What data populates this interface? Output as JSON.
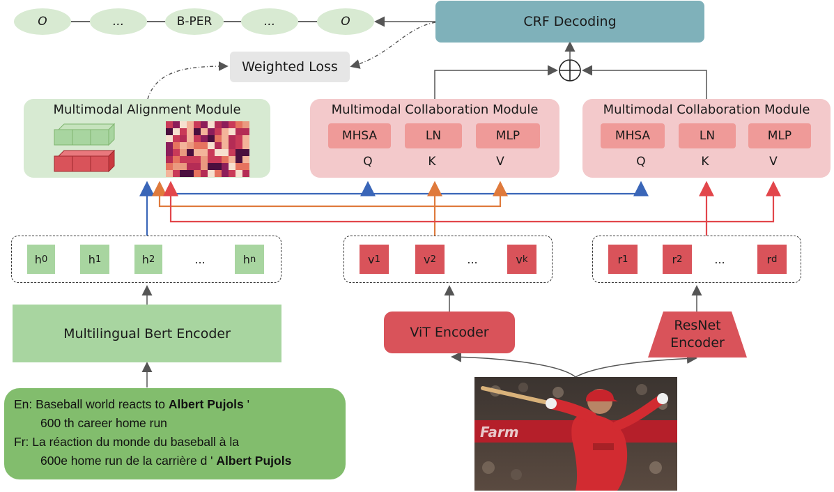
{
  "output_labels": [
    "O",
    "...",
    "B-PER",
    "...",
    "O"
  ],
  "crf_label": "CRF Decoding",
  "weighted_loss_label": "Weighted Loss",
  "alignment_module": {
    "title": "Multimodal Alignment Module"
  },
  "collab_modules": [
    {
      "title": "Multimodal Collaboration Module",
      "blocks": [
        "MHSA",
        "LN",
        "MLP"
      ],
      "qkv": [
        "Q",
        "K",
        "V"
      ]
    },
    {
      "title": "Multimodal Collaboration Module",
      "blocks": [
        "MHSA",
        "LN",
        "MLP"
      ],
      "qkv": [
        "Q",
        "K",
        "V"
      ]
    }
  ],
  "text_tokens": [
    {
      "base": "h",
      "sub": "0"
    },
    {
      "base": "h",
      "sub": "1"
    },
    {
      "base": "h",
      "sub": "2"
    },
    {
      "base": "...",
      "sub": ""
    },
    {
      "base": "h",
      "sub": "n"
    }
  ],
  "vit_tokens": [
    {
      "base": "v",
      "sub": "1"
    },
    {
      "base": "v",
      "sub": "2"
    },
    {
      "base": "...",
      "sub": ""
    },
    {
      "base": "v",
      "sub": "k"
    }
  ],
  "resnet_tokens": [
    {
      "base": "r",
      "sub": "1"
    },
    {
      "base": "r",
      "sub": "2"
    },
    {
      "base": "...",
      "sub": ""
    },
    {
      "base": "r",
      "sub": "d"
    }
  ],
  "encoders": {
    "text": "Multilingual Bert Encoder",
    "vit": "ViT Encoder",
    "resnet_line1": "ResNet",
    "resnet_line2": "Encoder"
  },
  "sentence": {
    "en_prefix": "En:",
    "en_line1": "Baseball world reacts to ",
    "en_bold": "Albert Pujols",
    "en_line1_end": " '",
    "en_line2": "600 th career home run",
    "fr_prefix": "Fr:",
    "fr_line1": "La réaction du monde du baseball à la",
    "fr_line2": "600e home run de la carrière d ' ",
    "fr_bold": "Albert Pujols"
  },
  "photo_text": {
    "banner": "Farm"
  },
  "colors": {
    "blue_arrow": "#3a66b8",
    "orange_arrow": "#df7a3c",
    "red_arrow": "#e2464b",
    "gray_arrow": "#555555"
  }
}
